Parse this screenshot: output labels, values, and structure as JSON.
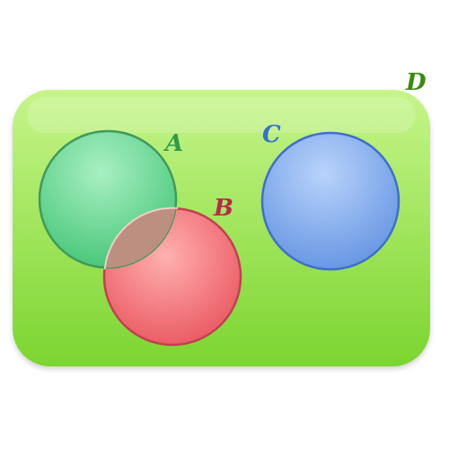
{
  "diagram": {
    "type": "venn",
    "universe": {
      "label": "D",
      "label_color": "#3a8a10",
      "fill_light": "#c6f58a",
      "fill_dark": "#7cd530"
    },
    "sets": [
      {
        "id": "A",
        "label": "A",
        "label_color": "#2e9a4c",
        "fill_light": "#a8f0c8",
        "fill_dark": "#3cc27a",
        "stroke": "#3f9a5a"
      },
      {
        "id": "B",
        "label": "B",
        "label_color": "#b82a4a",
        "fill_light": "#ffb0b0",
        "fill_dark": "#e8505a",
        "stroke": "#c04050"
      },
      {
        "id": "C",
        "label": "C",
        "label_color": "#3a6fd0",
        "fill_light": "#b9d3fb",
        "fill_dark": "#5d8fe0",
        "stroke": "#3e6fcc"
      }
    ],
    "overlaps": [
      {
        "sets": [
          "A",
          "B"
        ],
        "fill": "#bd8f80"
      }
    ],
    "disjoint": [
      "C"
    ]
  }
}
